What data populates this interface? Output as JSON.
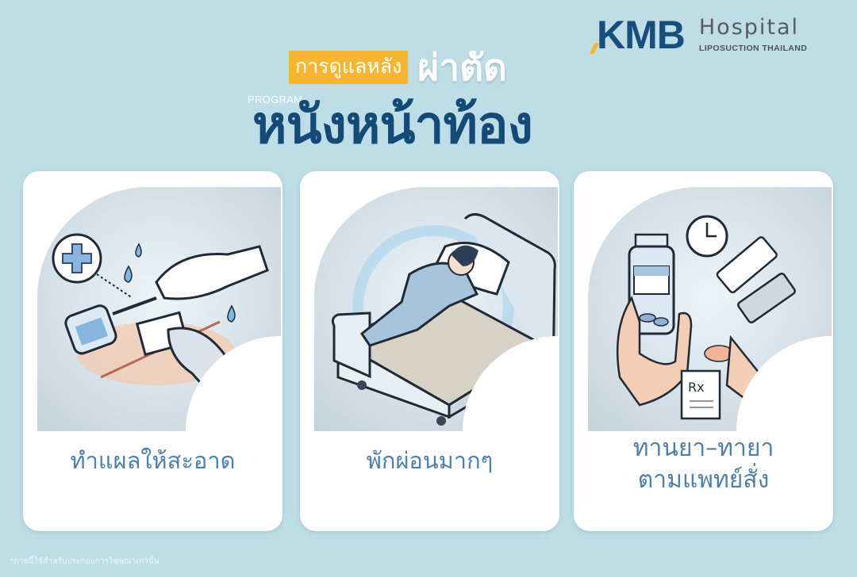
{
  "logo": {
    "brand": "KMB",
    "name": "Hospital",
    "tagline": "LIPOSUCTION THAILAND",
    "brand_color": "#174e7c",
    "accent_color": "#f4b733"
  },
  "title": {
    "highlight": "การดูแลหลัง",
    "highlight_bg": "#f8b532",
    "line1": "ผ่าตัด",
    "program_label": "PROGRAM",
    "main": "หนังหน้าท้อง",
    "main_color": "#134a78"
  },
  "cards": [
    {
      "illustration": "wound-cleaning-illustration",
      "label": "ทำแผลให้สะอาด"
    },
    {
      "illustration": "resting-in-bed-illustration",
      "label": "พักผ่อนมากๆ"
    },
    {
      "illustration": "medication-illustration",
      "label_line1": "ทานยา–ทายา",
      "label_line2": "ตามแพทย์สั่ง"
    }
  ],
  "disclaimer": "*ภาพนี้ใช้สำหรับประกอบการโฆษณาเท่านั้น",
  "colors": {
    "background": "#bfdde7",
    "card": "#ffffff",
    "label": "#4f7fa8"
  }
}
